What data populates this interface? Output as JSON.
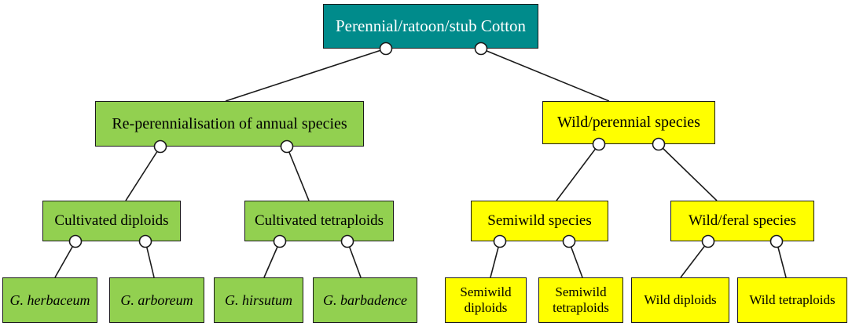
{
  "colors": {
    "root": "#008b8b",
    "green": "#92d050",
    "yellow": "#ffff00",
    "stroke": "#1a1a1a"
  },
  "nodes": {
    "root": "Perennial/ratoon/stub Cotton",
    "reperennialisation": "Re-perennialisation of annual species",
    "wild_perennial": "Wild/perennial species",
    "cultivated_diploids": "Cultivated diploids",
    "cultivated_tetraploids": "Cultivated tetraploids",
    "semiwild_species": "Semiwild species",
    "wild_feral_species": "Wild/feral species",
    "g_herbaceum": "G. herbaceum",
    "g_arboreum": "G. arboreum",
    "g_hirsutum": "G. hirsutum",
    "g_barbadence": "G. barbadence",
    "semiwild_diploids": "Semiwild diploids",
    "semiwild_tetraploids": "Semiwild tetraploids",
    "wild_diploids": "Wild diploids",
    "wild_tetraploids": "Wild tetraploids"
  }
}
